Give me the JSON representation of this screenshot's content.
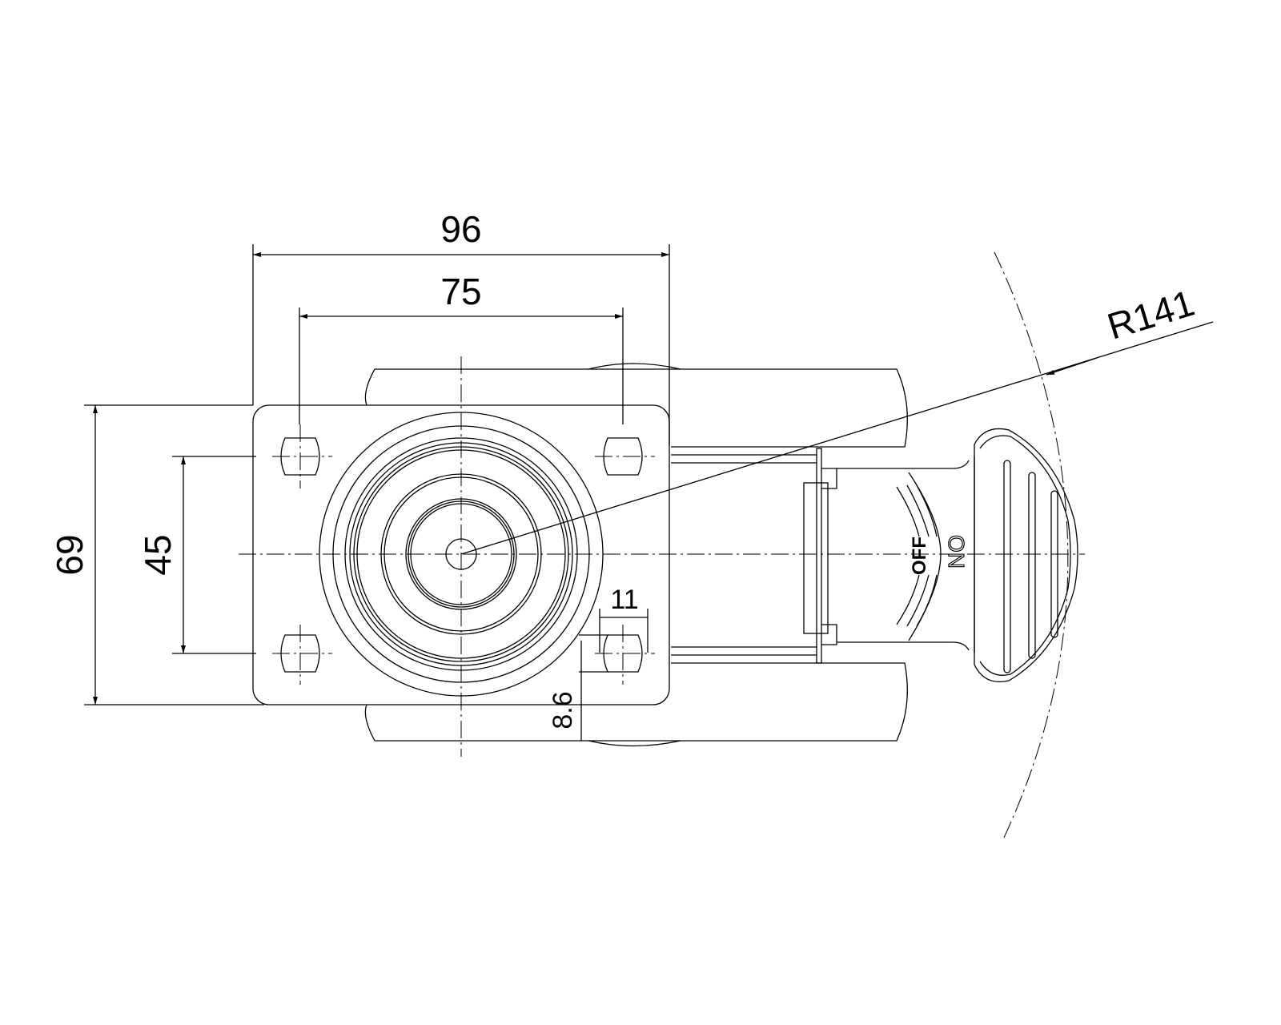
{
  "dimensions": {
    "plate_width": "96",
    "hole_spacing_x": "75",
    "plate_height": "69",
    "hole_spacing_y": "45",
    "slot_length": "11",
    "slot_width": "8.6",
    "swivel_radius": "R141"
  },
  "brake_labels": {
    "off": "OFF",
    "on": "ON"
  }
}
